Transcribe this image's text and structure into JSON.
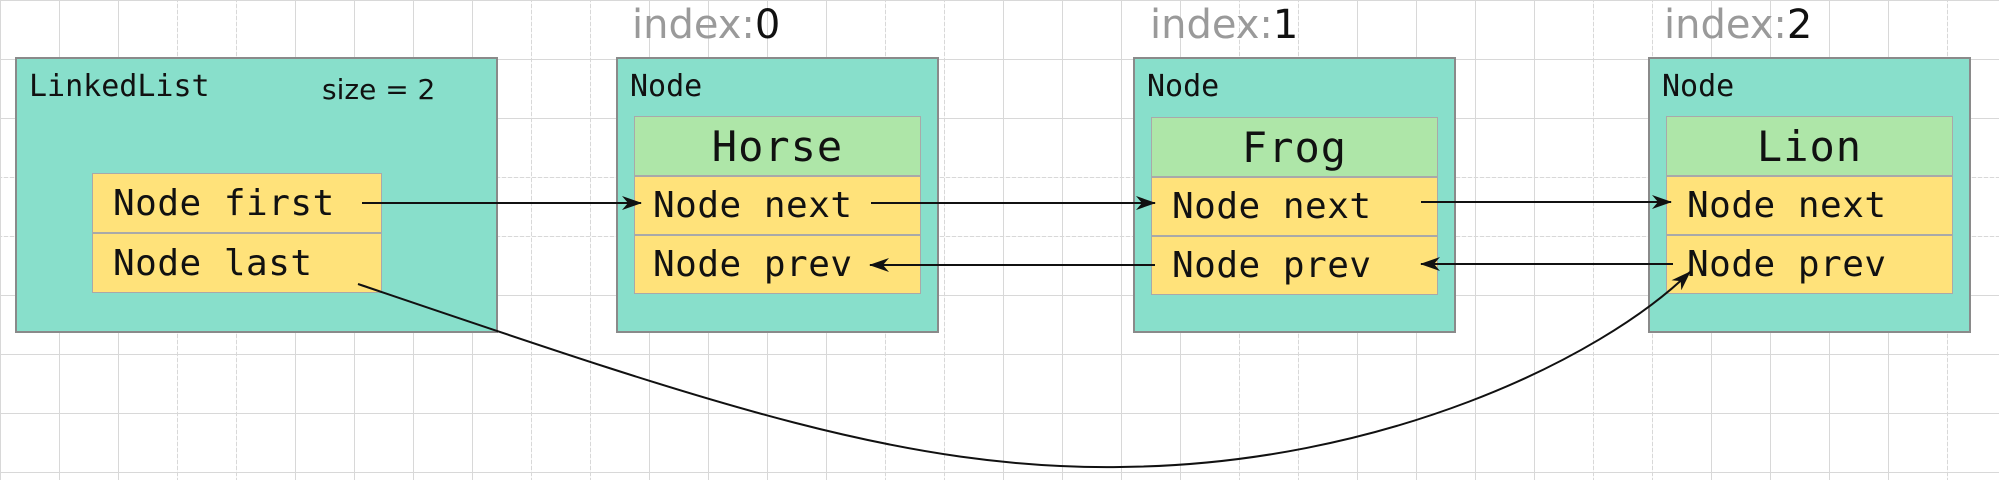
{
  "linked_list": {
    "title": "LinkedList",
    "size_label": "size = 2",
    "fields": [
      "Node first",
      "Node last"
    ]
  },
  "index_word": "index:",
  "nodes": [
    {
      "index": "0",
      "title": "Node",
      "value": "Horse",
      "fields": [
        "Node next",
        "Node prev"
      ]
    },
    {
      "index": "1",
      "title": "Node",
      "value": "Frog",
      "fields": [
        "Node next",
        "Node prev"
      ]
    },
    {
      "index": "2",
      "title": "Node",
      "value": "Lion",
      "fields": [
        "Node next",
        "Node prev"
      ]
    }
  ],
  "colors": {
    "box_fill": "#88dfcb",
    "field_fill": "#ffe27a",
    "value_fill": "#aee6a8",
    "border": "#8a8a8a",
    "arrow": "#111111"
  }
}
